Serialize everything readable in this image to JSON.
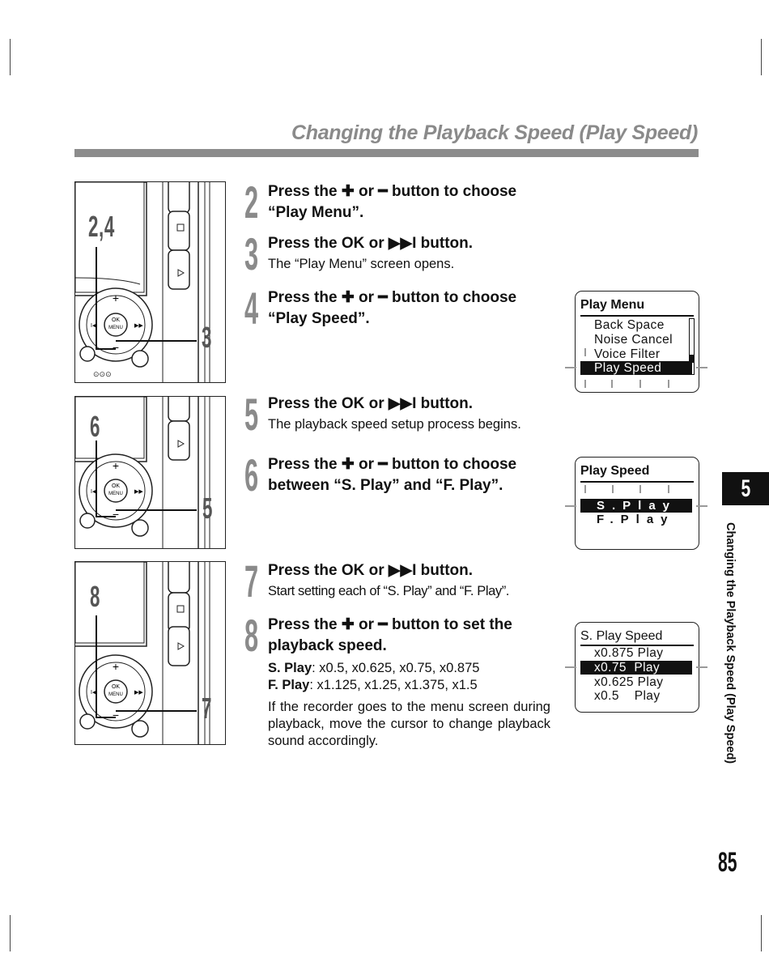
{
  "header": {
    "title": "Changing the Playback Speed (Play Speed)"
  },
  "figures": [
    {
      "callout_top": "2,4",
      "callout_bottom": "3"
    },
    {
      "callout_top": "6",
      "callout_bottom": "5"
    },
    {
      "callout_top": "8",
      "callout_bottom": "7"
    }
  ],
  "steps": [
    {
      "number": "2",
      "title": "Press the ✚ or ━ button to choose “Play Menu”."
    },
    {
      "number": "3",
      "title": "Press the OK or ▶▶I button.",
      "desc": "The “Play Menu” screen opens."
    },
    {
      "number": "4",
      "title": "Press the ✚ or ━ button to choose “Play Speed”."
    },
    {
      "number": "5",
      "title": "Press the OK or ▶▶I button.",
      "desc": "The playback speed setup process begins."
    },
    {
      "number": "6",
      "title": "Press the ✚ or ━ button to choose between “S. Play” and “F. Play”."
    },
    {
      "number": "7",
      "title": "Press the OK or ▶▶I button.",
      "desc": "Start setting each of “S. Play” and “F. Play”."
    },
    {
      "number": "8",
      "title": "Press the ✚ or ━ button to set the playback speed.",
      "splay_label": "S. Play",
      "splay_values": ": x0.5, x0.625, x0.75, x0.875",
      "fplay_label": "F. Play",
      "fplay_values": ": x1.125, x1.25, x1.375, x1.5",
      "note": "If the recorder goes to the menu screen during playback, move the cursor to change playback sound accordingly."
    }
  ],
  "lcd_play_menu": {
    "title": "Play Menu",
    "items": [
      "Back Space",
      "Noise Cancel",
      "Voice Filter",
      "Play Speed"
    ],
    "selected_index": 3
  },
  "lcd_play_speed": {
    "title": "Play Speed",
    "items": [
      "S.Play",
      "F.Play"
    ],
    "selected_index": 0
  },
  "lcd_splay_speed": {
    "title": "S. Play Speed",
    "items": [
      "x0.875 Play",
      "x0.75  Play",
      "x0.625 Play",
      "x0.5    Play"
    ],
    "selected_index": 1
  },
  "chapter_tab": "5",
  "side_label": "Changing the Playback Speed (Play Speed)",
  "page_number": "85"
}
